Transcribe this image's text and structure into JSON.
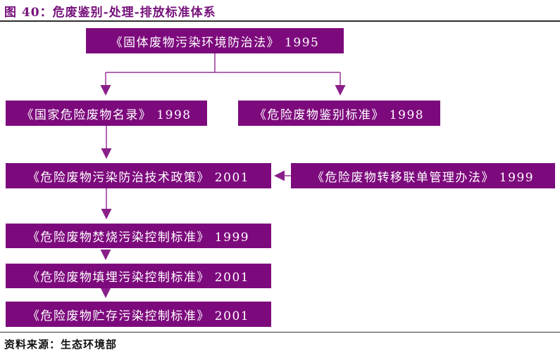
{
  "title": "图 40：危废鉴别-处理-排放标准体系",
  "source": "资料来源：生态环境部",
  "colors": {
    "box_fill": "#7d0a7d",
    "box_text": "#ffffff",
    "connector_line": "#993399",
    "connector_arrowhead": "#8a1f8a",
    "title_text": "#76117b",
    "divider": "#2d2d2d",
    "source_text": "#111111"
  },
  "diagram": {
    "type": "flowchart",
    "nodes": [
      {
        "id": "law-1995",
        "label": "《固体废物污染环境防治法》 1995"
      },
      {
        "id": "list-1998",
        "label": "《国家危险废物名录》 1998"
      },
      {
        "id": "criteria-1998",
        "label": "《危险废物鉴别标准》 1998"
      },
      {
        "id": "policy-2001",
        "label": "《危险废物污染防治技术政策》 2001"
      },
      {
        "id": "manifest-1999",
        "label": "《危险废物转移联单管理办法》 1999"
      },
      {
        "id": "incineration-1999",
        "label": "《危险废物焚烧污染控制标准》 1999"
      },
      {
        "id": "landfill-2001",
        "label": "《危险废物填埋污染控制标准》 2001"
      },
      {
        "id": "storage-2001",
        "label": "《危险废物贮存污染控制标准》 2001"
      }
    ],
    "edges": [
      {
        "from": "law-1995",
        "to": "list-1998",
        "direction": "down"
      },
      {
        "from": "law-1995",
        "to": "criteria-1998",
        "direction": "down"
      },
      {
        "from": "list-1998",
        "to": "policy-2001",
        "direction": "down"
      },
      {
        "from": "manifest-1999",
        "to": "policy-2001",
        "direction": "left"
      },
      {
        "from": "policy-2001",
        "to": "incineration-1999",
        "direction": "down"
      },
      {
        "from": "incineration-1999",
        "to": "landfill-2001",
        "direction": "down"
      },
      {
        "from": "landfill-2001",
        "to": "storage-2001",
        "direction": "down"
      }
    ]
  }
}
